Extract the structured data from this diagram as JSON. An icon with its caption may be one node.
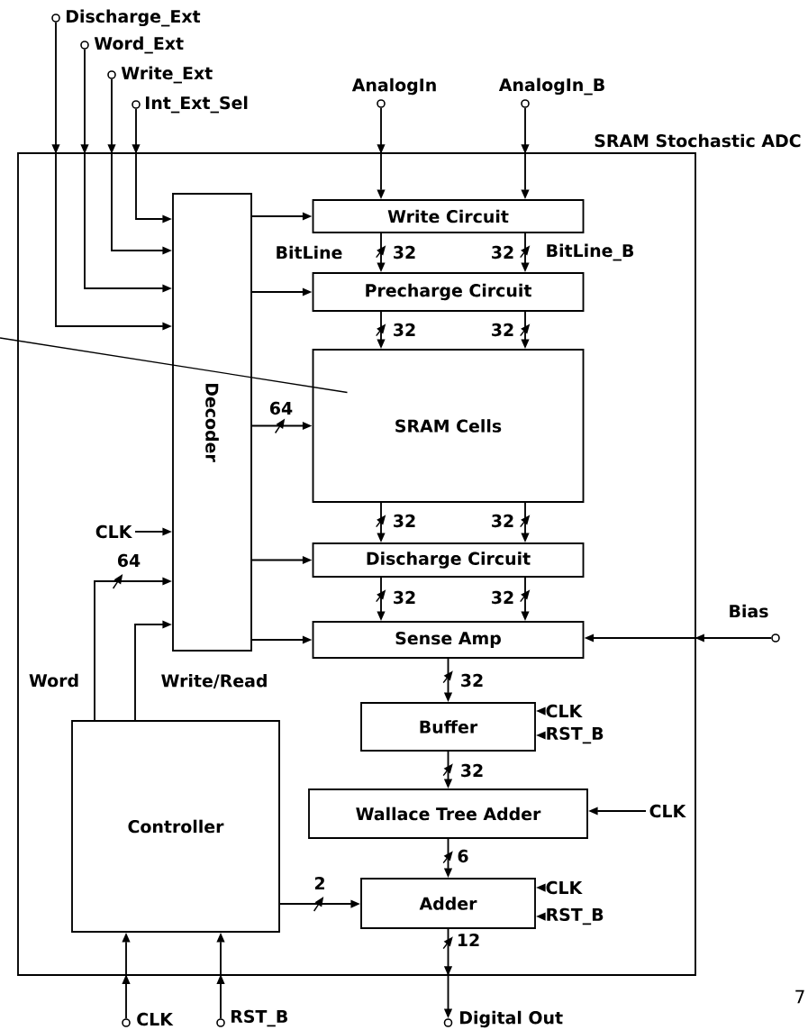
{
  "diagram": {
    "nodes": [
      {
        "text": [
          "SRAM Stochastic ADC"
        ]
      },
      {
        "text": [
          "Decoder"
        ],
        "in": 0
      },
      {
        "text": [
          "Write Circuit"
        ],
        "in": 0
      },
      {
        "text": [
          "Precharge Circuit"
        ],
        "in": 0
      },
      {
        "text": [
          "SRAM Cells"
        ],
        "in": 0
      },
      {
        "text": [
          "Discharge Circuit"
        ],
        "in": 0
      },
      {
        "text": [
          "Sense Amp"
        ],
        "in": 0
      },
      {
        "text": [
          "Buffer"
        ],
        "in": 0
      },
      {
        "text": [
          "Wallace Tree Adder"
        ],
        "in": 0
      },
      {
        "text": [
          "Adder"
        ],
        "in": 0
      },
      {
        "text": [
          "Controller"
        ],
        "in": 0
      },
      {
        "text": [
          "Discharge_Ext"
        ]
      },
      {
        "text": [
          "Word_Ext"
        ]
      },
      {
        "text": [
          "Write_Ext"
        ]
      },
      {
        "text": [
          "Int_Ext_Sel"
        ]
      },
      {
        "text": [
          "AnalogIn"
        ]
      },
      {
        "text": [
          "AnalogIn_B"
        ]
      },
      {
        "text": [
          "Bias"
        ]
      },
      {
        "text": [
          "CLK"
        ]
      },
      {
        "text": [
          "RST_B"
        ]
      },
      {
        "text": [
          "Digital Out"
        ]
      },
      {
        "text": [
          "CLK"
        ],
        "in": 0
      },
      {
        "text": [
          "CLK"
        ],
        "in": 0
      },
      {
        "text": [
          "RST_B"
        ],
        "in": 0
      },
      {
        "text": [
          "CLK"
        ],
        "in": 0
      },
      {
        "text": [
          "CLK"
        ],
        "in": 0
      },
      {
        "text": [
          "RST_B"
        ],
        "in": 0
      }
    ],
    "edges": [
      {
        "from": 11,
        "to": 1,
        "arrow": "to"
      },
      {
        "from": 12,
        "to": 1,
        "arrow": "to"
      },
      {
        "from": 13,
        "to": 1,
        "arrow": "to"
      },
      {
        "from": 14,
        "to": 1,
        "arrow": "to"
      },
      {
        "from": 15,
        "to": 2,
        "arrow": "to"
      },
      {
        "from": 16,
        "to": 2,
        "arrow": "to"
      },
      {
        "from": 1,
        "to": 2,
        "arrow": "to"
      },
      {
        "from": 1,
        "to": 3,
        "arrow": "to"
      },
      {
        "from": 1,
        "to": 4,
        "arrow": "to",
        "label": "64"
      },
      {
        "from": 1,
        "to": 5,
        "arrow": "to"
      },
      {
        "from": 1,
        "to": 6,
        "arrow": "to"
      },
      {
        "from": 2,
        "to": 3,
        "arrow": "to",
        "label": "32"
      },
      {
        "from": 2,
        "to": 3,
        "arrow": "to",
        "label": "32"
      },
      {
        "from": 3,
        "to": 4,
        "arrow": "to",
        "label": "32"
      },
      {
        "from": 3,
        "to": 4,
        "arrow": "to",
        "label": "32"
      },
      {
        "from": 4,
        "to": 5,
        "arrow": "to",
        "label": "32"
      },
      {
        "from": 4,
        "to": 5,
        "arrow": "to",
        "label": "32"
      },
      {
        "from": 5,
        "to": 6,
        "arrow": "to",
        "label": "32"
      },
      {
        "from": 5,
        "to": 6,
        "arrow": "to",
        "label": "32"
      },
      {
        "from": 6,
        "to": 7,
        "arrow": "to",
        "label": "32"
      },
      {
        "from": 7,
        "to": 8,
        "arrow": "to",
        "label": "32"
      },
      {
        "from": 8,
        "to": 9,
        "arrow": "to",
        "label": "6"
      },
      {
        "from": 9,
        "to": 20,
        "arrow": "to",
        "label": "12"
      },
      {
        "from": 17,
        "to": 6,
        "arrow": "to"
      },
      {
        "from": 18,
        "to": 10,
        "arrow": "to"
      },
      {
        "from": 19,
        "to": 10,
        "arrow": "to"
      },
      {
        "from": 21,
        "to": 1,
        "arrow": "to"
      },
      {
        "from": 10,
        "to": 1,
        "arrow": "to",
        "label": "64"
      },
      {
        "from": 10,
        "to": 1,
        "arrow": "to",
        "label": "Write/Read"
      },
      {
        "from": 22,
        "to": 7,
        "arrow": "to"
      },
      {
        "from": 23,
        "to": 7,
        "arrow": "to"
      },
      {
        "from": 24,
        "to": 8,
        "arrow": "to"
      },
      {
        "from": 25,
        "to": 9,
        "arrow": "to"
      },
      {
        "from": 26,
        "to": 9,
        "arrow": "to"
      },
      {
        "from": 10,
        "to": 9,
        "arrow": "to",
        "label": "2"
      },
      {
        "from": null,
        "to": 4,
        "arrow": "none"
      }
    ],
    "labels": [
      "BitLine",
      "BitLine_B",
      "Word",
      "7"
    ]
  }
}
